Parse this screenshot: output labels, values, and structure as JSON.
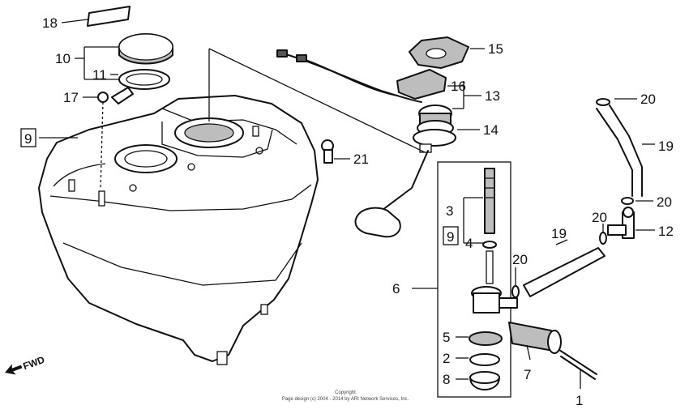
{
  "diagram": {
    "callouts": [
      {
        "id": "c18",
        "label": "18"
      },
      {
        "id": "c10",
        "label": "10"
      },
      {
        "id": "c11",
        "label": "11"
      },
      {
        "id": "c17",
        "label": "17"
      },
      {
        "id": "c9a",
        "label": "9"
      },
      {
        "id": "c15",
        "label": "15"
      },
      {
        "id": "c16",
        "label": "16"
      },
      {
        "id": "c13",
        "label": "13"
      },
      {
        "id": "c14",
        "label": "14"
      },
      {
        "id": "c21",
        "label": "21"
      },
      {
        "id": "c20a",
        "label": "20"
      },
      {
        "id": "c19a",
        "label": "19"
      },
      {
        "id": "c20b",
        "label": "20"
      },
      {
        "id": "c20c",
        "label": "20"
      },
      {
        "id": "c12",
        "label": "12"
      },
      {
        "id": "c3",
        "label": "3"
      },
      {
        "id": "c9b",
        "label": "9"
      },
      {
        "id": "c4",
        "label": "4"
      },
      {
        "id": "c19b",
        "label": "19"
      },
      {
        "id": "c20d",
        "label": "20"
      },
      {
        "id": "c6",
        "label": "6"
      },
      {
        "id": "c5",
        "label": "5"
      },
      {
        "id": "c2",
        "label": "2"
      },
      {
        "id": "c8",
        "label": "8"
      },
      {
        "id": "c7",
        "label": "7"
      },
      {
        "id": "c1",
        "label": "1"
      }
    ],
    "fwd_label": "FWD",
    "copyright_title": "Copyright",
    "copyright_line": "Page design (c) 2004 - 2014 by ARI Network Services, Inc."
  }
}
